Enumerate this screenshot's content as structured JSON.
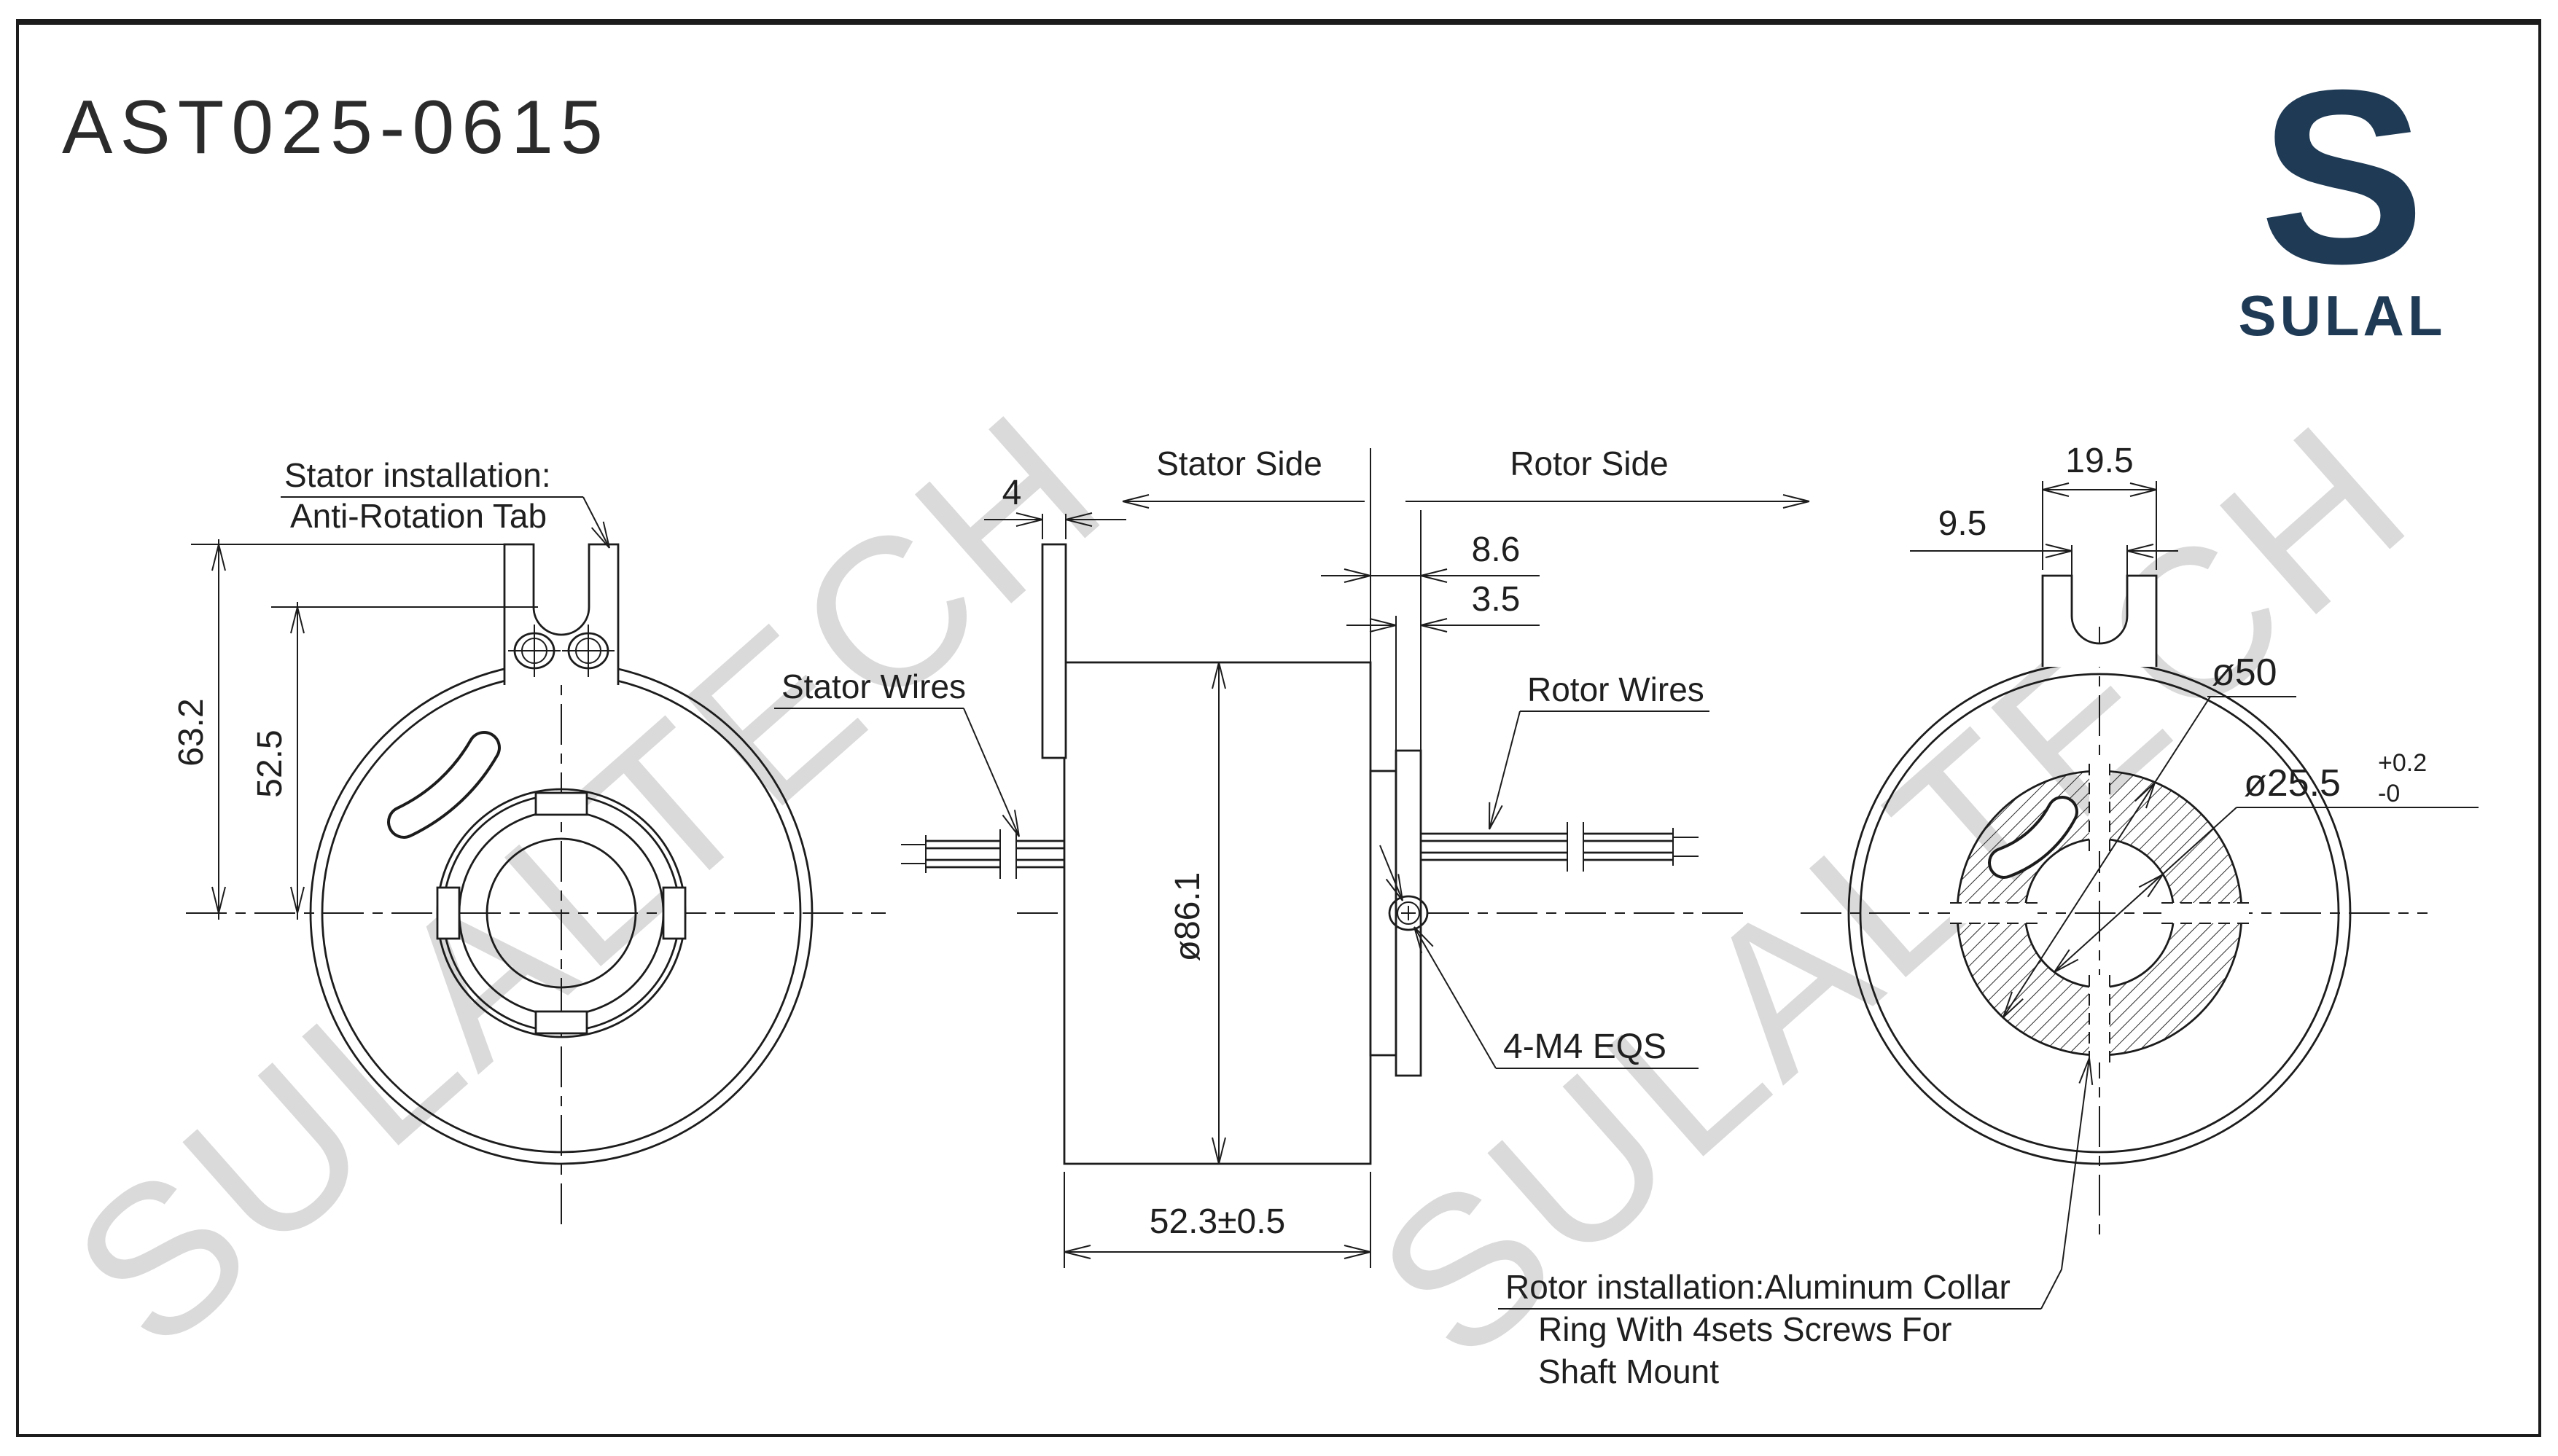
{
  "page": {
    "title": "AST025-0615"
  },
  "logo": {
    "mark": "S",
    "brand": "SULAL"
  },
  "watermark": {
    "text": "SULALTECH",
    "color": "#dadada"
  },
  "colors": {
    "line": "#1c1c1c",
    "brand_navy": "#1e3a55",
    "watermark_gray": "#dadada"
  },
  "views": {
    "front": {
      "labels": {
        "stator_installation_1": "Stator installation:",
        "stator_installation_2": "Anti-Rotation Tab"
      },
      "dims": {
        "tab_top_to_center": "63.2",
        "slot_to_center": "52.5"
      }
    },
    "side": {
      "labels": {
        "stator_side": "Stator Side",
        "rotor_side": "Rotor Side",
        "stator_wires": "Stator Wires",
        "rotor_wires": "Rotor Wires",
        "screws": "4-M4 EQS"
      },
      "dims": {
        "tab_thickness": "4",
        "rotor_overhang": "8.6",
        "collar_plate": "3.5",
        "body_diameter": "ø86.1",
        "body_length": "52.3±0.5"
      }
    },
    "rotor": {
      "labels": {
        "install_1": "Rotor installation:Aluminum Collar",
        "install_2": "Ring With 4sets Screws For",
        "install_3": "Shaft Mount"
      },
      "dims": {
        "tab_width": "19.5",
        "slot_width": "9.5",
        "collar_diameter": "ø50",
        "bore_diameter": "ø25.5",
        "bore_tol_plus": "+0.2",
        "bore_tol_minus": "-0"
      }
    }
  }
}
